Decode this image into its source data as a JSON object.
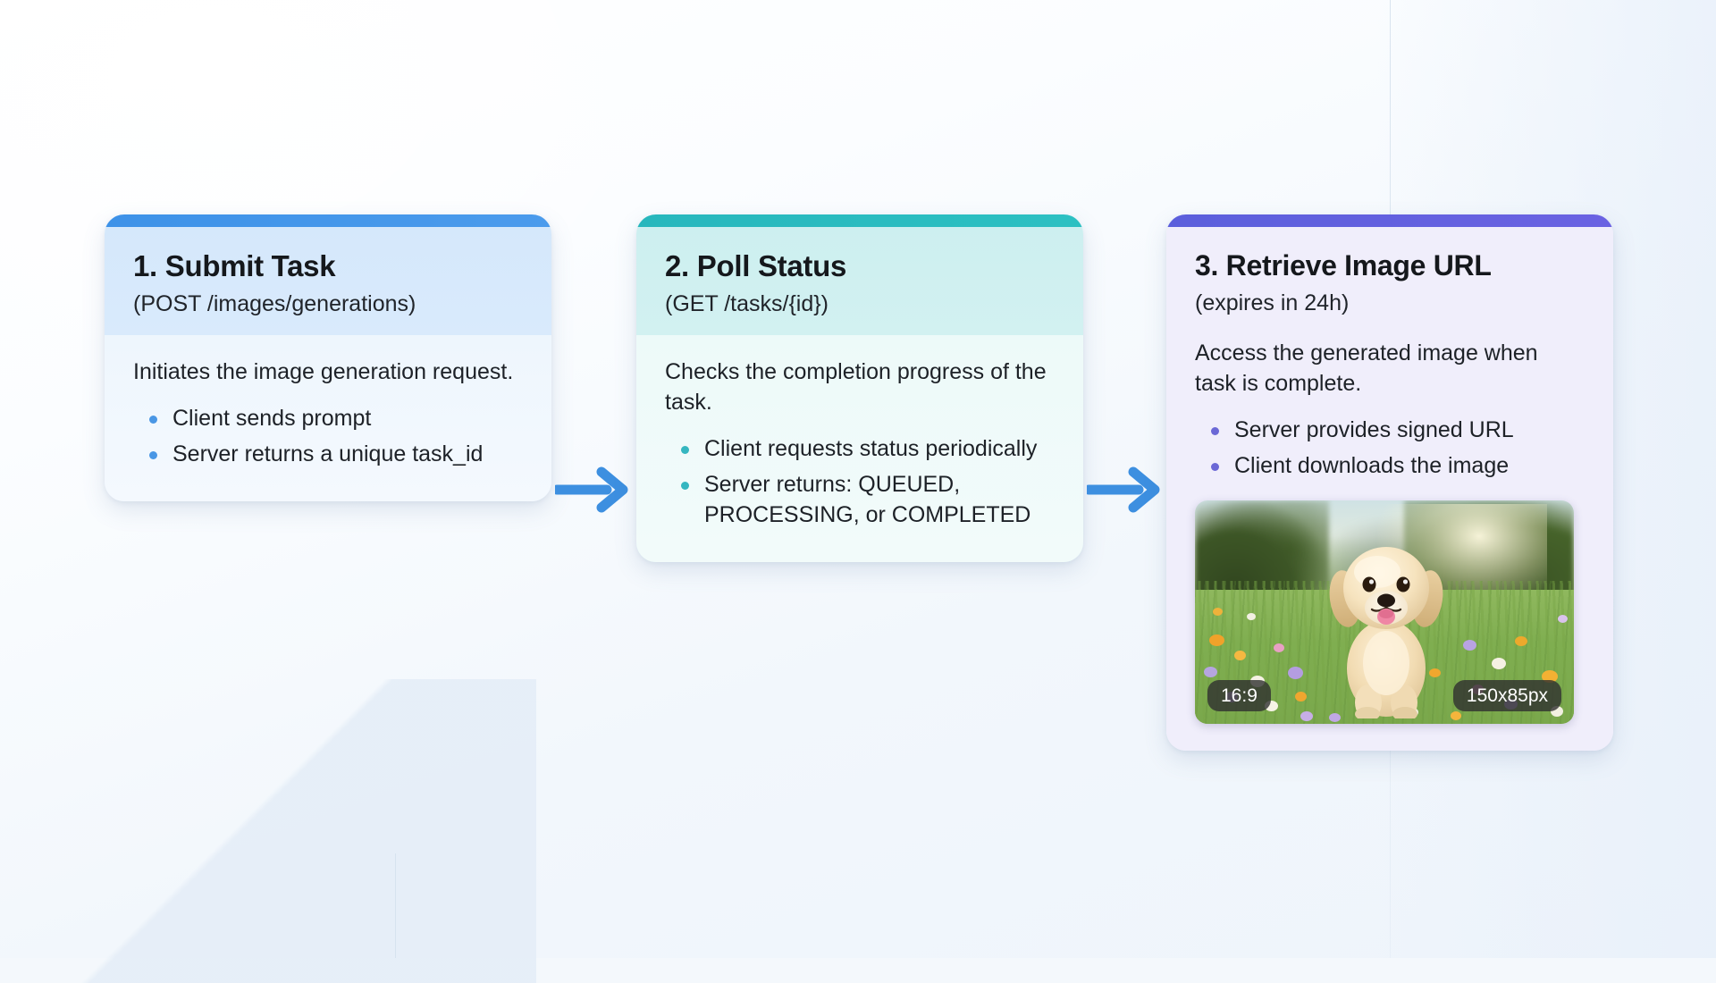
{
  "theme": {
    "blue": "#4a97e5",
    "teal": "#2cc0c2",
    "purple": "#6a62e2",
    "arrow": "#3d8fe0",
    "background": "#f4f8fc"
  },
  "cards": [
    {
      "id": "submit-task",
      "title": "1. Submit Task",
      "subtitle": "(POST /images/generations)",
      "description": "Initiates the image generation request.",
      "bullets": [
        "Client sends prompt",
        "Server returns a unique task_id"
      ]
    },
    {
      "id": "poll-status",
      "title": "2. Poll Status",
      "subtitle": "(GET /tasks/{id})",
      "description": "Checks the completion progress of the task.",
      "bullets": [
        "Client requests status periodically",
        "Server returns: QUEUED, PROCESSING, or COMPLETED"
      ]
    },
    {
      "id": "retrieve-image-url",
      "title": "3. Retrieve Image URL",
      "subtitle": "(expires in 24h)",
      "description": "Access the generated image when task is complete.",
      "bullets": [
        "Server provides signed URL",
        "Client downloads the image"
      ],
      "thumbnail": {
        "alt": "golden retriever puppy sitting in a sunlit wildflower meadow",
        "aspect_badge": "16:9",
        "size_badge": "150x85px"
      }
    }
  ],
  "arrows": [
    {
      "name": "arrow-step1-to-step2"
    },
    {
      "name": "arrow-step2-to-step3"
    }
  ]
}
